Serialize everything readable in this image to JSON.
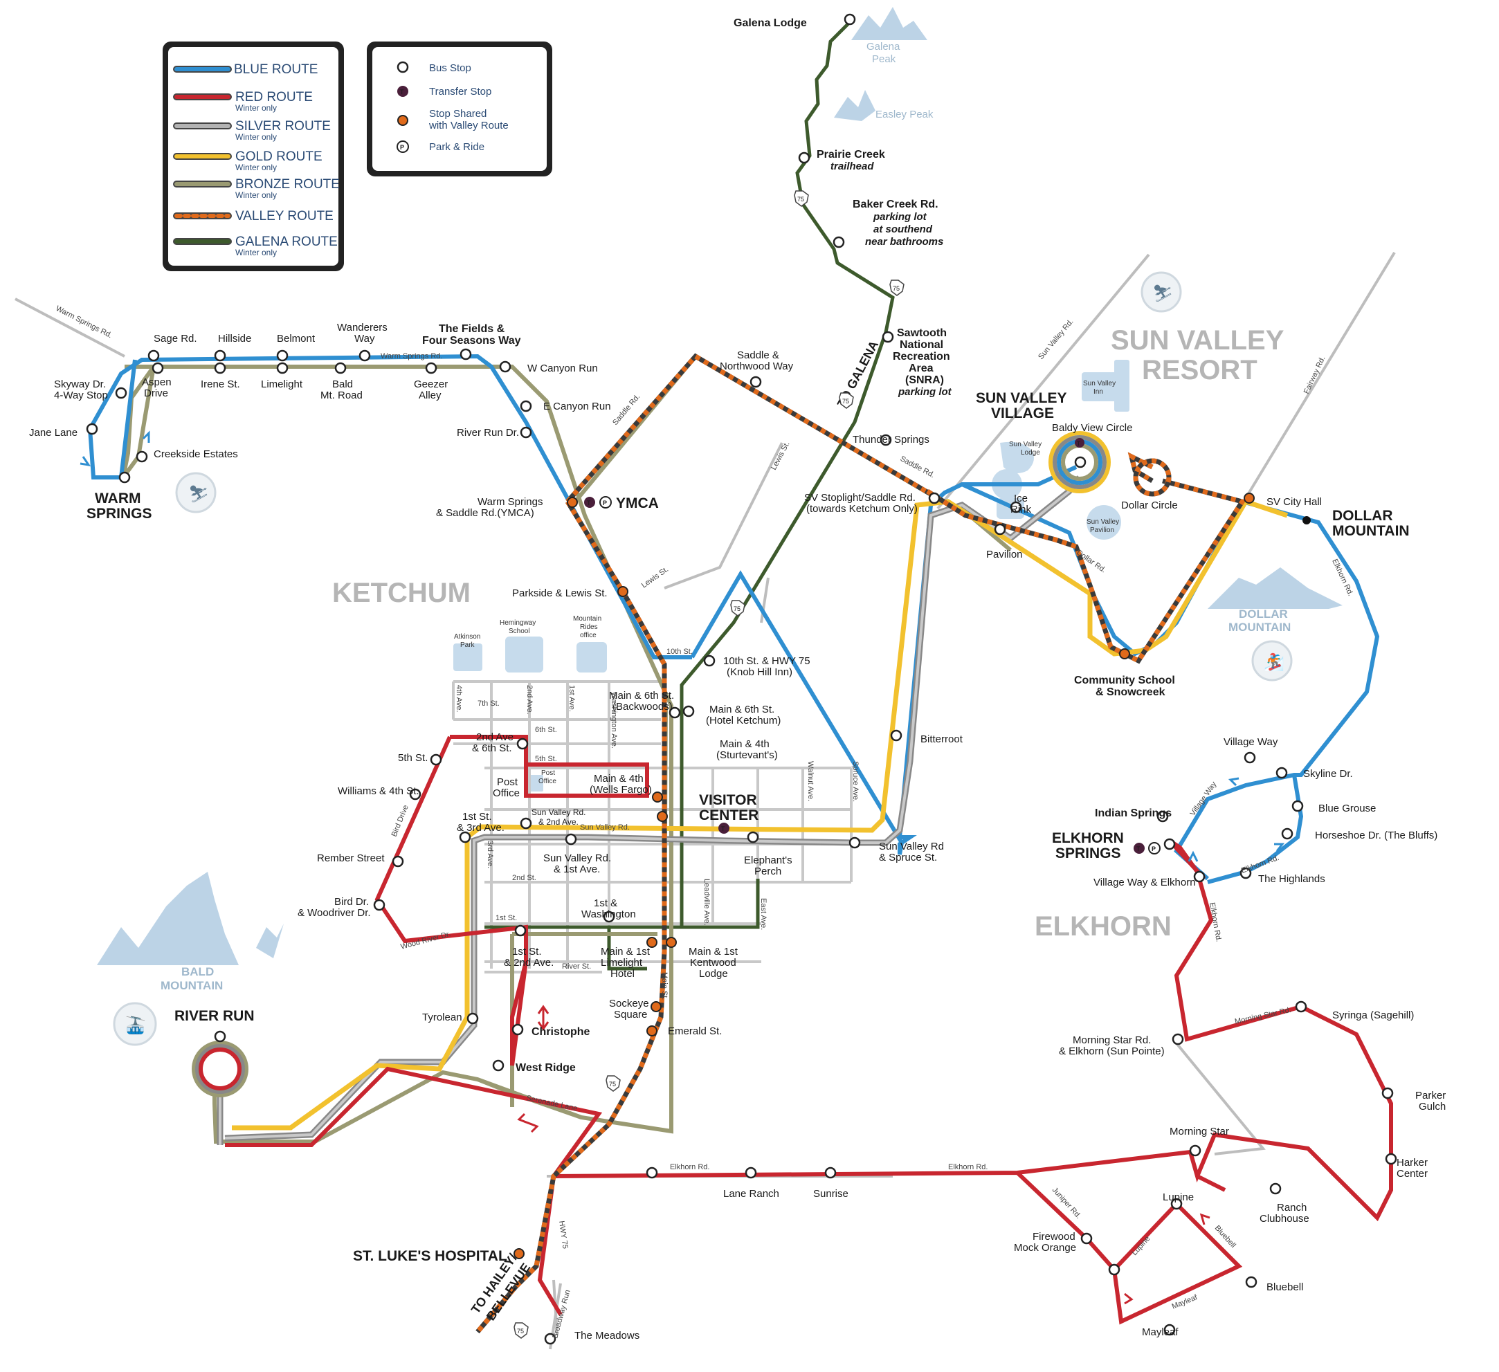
{
  "legend_routes": {
    "blue": {
      "label": "BLUE ROUTE",
      "sub": "",
      "color": "#2f8fd1"
    },
    "red": {
      "label": "RED ROUTE",
      "sub": "Winter only",
      "color": "#c8262f"
    },
    "silver": {
      "label": "SILVER ROUTE",
      "sub": "Winter only",
      "color": "#b3b3b3"
    },
    "gold": {
      "label": "GOLD ROUTE",
      "sub": "Winter only",
      "color": "#f2c12e"
    },
    "bronze": {
      "label": "BRONZE ROUTE",
      "sub": "Winter only",
      "color": "#9a9a72"
    },
    "valley": {
      "label": "VALLEY ROUTE",
      "sub": "",
      "color": "#e06a1b"
    },
    "galena": {
      "label": "GALENA ROUTE",
      "sub": "Winter only",
      "color": "#3d5a2c"
    }
  },
  "legend_symbols": {
    "bus_stop": "Bus Stop",
    "transfer_stop": "Transfer Stop",
    "shared_stop_1": "Stop Shared",
    "shared_stop_2": "with Valley Route",
    "park_ride": "Park & Ride",
    "transfer_glyph": "T",
    "park_glyph": "P"
  },
  "areas": {
    "ketchum": "KETCHUM",
    "sun_valley_resort_1": "SUN VALLEY",
    "sun_valley_resort_2": "RESORT",
    "elkhorn": "ELKHORN",
    "dollar_mountain_1": "DOLLAR",
    "dollar_mountain_2": "MOUNTAIN",
    "bald_mountain_1": "BALD",
    "bald_mountain_2": "MOUNTAIN",
    "galena_peak_1": "Galena",
    "galena_peak_2": "Peak",
    "easley_peak": "Easley Peak",
    "to_galena": "TO GALENA",
    "to_hailey_1": "TO HAILEY/",
    "to_hailey_2": "BELLEVUE"
  },
  "hubs": {
    "warm_springs_1": "WARM",
    "warm_springs_2": "SPRINGS",
    "sun_valley_village_1": "SUN VALLEY",
    "sun_valley_village_2": "VILLAGE",
    "dollar_mountain_1": "DOLLAR",
    "dollar_mountain_2": "MOUNTAIN",
    "elkhorn_springs_1": "ELKHORN",
    "elkhorn_springs_2": "SPRINGS",
    "river_run": "RIVER RUN",
    "visitor_center_1": "VISITOR",
    "visitor_center_2": "CENTER",
    "st_lukes": "ST. LUKE'S HOSPITAL",
    "ymca": "YMCA"
  },
  "stops": {
    "galena_lodge": "Galena Lodge",
    "prairie_creek_1": "Prairie Creek",
    "prairie_creek_2": "trailhead",
    "baker_creek_1": "Baker Creek Rd.",
    "baker_creek_2": "parking lot",
    "baker_creek_3": "at southend",
    "baker_creek_4": "near bathrooms",
    "snra_1": "Sawtooth",
    "snra_2": "National",
    "snra_3": "Recreation",
    "snra_4": "Area",
    "snra_5": "(SNRA)",
    "snra_6": "parking lot",
    "sage_rd": "Sage Rd.",
    "hillside": "Hillside",
    "belmont": "Belmont",
    "wanderers_1": "Wanderers",
    "wanderers_2": "Way",
    "fields_1": "The Fields &",
    "fields_2": "Four Seasons Way",
    "w_canyon_run": "W Canyon Run",
    "e_canyon_run": "E Canyon Run",
    "river_run_dr": "River Run Dr.",
    "skyway_1": "Skyway Dr.",
    "skyway_2": "4-Way Stop",
    "aspen_1": "Aspen",
    "aspen_2": "Drive",
    "irene": "Irene St.",
    "limelight": "Limelight",
    "bald_mt_1": "Bald",
    "bald_mt_2": "Mt. Road",
    "geezer_1": "Geezer",
    "geezer_2": "Alley",
    "jane_lane": "Jane Lane",
    "creekside": "Creekside Estates",
    "warm_springs_saddle_1": "Warm Springs",
    "warm_springs_saddle_2": "& Saddle Rd.(YMCA)",
    "saddle_northwood_1": "Saddle &",
    "saddle_northwood_2": "Northwood Way",
    "thunder_springs": "Thunder Springs",
    "sv_stoplight_1": "SV Stoplight/Saddle Rd.",
    "sv_stoplight_2": "(towards Ketchum Only)",
    "baldy_view": "Baldy View Circle",
    "ice_rink_1": "Ice",
    "ice_rink_2": "Rink",
    "pavilion": "Pavilion",
    "dollar_circle": "Dollar Circle",
    "sv_city_hall": "SV City Hall",
    "parkside_lewis": "Parkside & Lewis St.",
    "tenth_hwy_1": "10th St. & HWY 75",
    "tenth_hwy_2": "(Knob Hill Inn)",
    "main_6th_back_1": "Main & 6th St.",
    "main_6th_back_2": "(Backwoods)",
    "main_6th_hotel_1": "Main & 6th St.",
    "main_6th_hotel_2": "(Hotel Ketchum)",
    "main_4th_st_1": "Main & 4th",
    "main_4th_st_2": "(Sturtevant's)",
    "main_4th_wf_1": "Main & 4th",
    "main_4th_wf_2": "(Wells Fargo)",
    "post_office_1": "Post",
    "post_office_2": "Office",
    "second_6th_1": "2nd Ave",
    "second_6th_2": "& 6th St.",
    "fifth_st": "5th St.",
    "williams_4th": "Williams & 4th St.",
    "first_3rd_1": "1st St.",
    "first_3rd_2": "& 3rd Ave.",
    "rember": "Rember Street",
    "bird_dr_1": "Bird Dr.",
    "bird_dr_2": "& Woodriver Dr.",
    "sv_rd_1st_1": "Sun Valley Rd.",
    "sv_rd_1st_2": "& 1st Ave.",
    "sv_rd_2nd_1": "Sun Valley Rd.",
    "sv_rd_2nd_2": "& 2nd Ave.",
    "elephants_1": "Elephant's",
    "elephants_2": "Perch",
    "bitterroot": "Bitterroot",
    "sv_spruce_1": "Sun Valley Rd",
    "sv_spruce_2": "& Spruce St.",
    "first_wash_1": "1st &",
    "first_wash_2": "Washington",
    "first_2nd_1": "1st St.",
    "first_2nd_2": "& 2nd Ave.",
    "main_1st_lime_1": "Main & 1st",
    "main_1st_lime_2": "Limelight",
    "main_1st_lime_3": "Hotel",
    "main_1st_kent_1": "Main & 1st",
    "main_1st_kent_2": "Kentwood",
    "main_1st_kent_3": "Lodge",
    "sockeye_1": "Sockeye",
    "sockeye_2": "Square",
    "emerald": "Emerald St.",
    "tyrolean": "Tyrolean",
    "christophe": "Christophe",
    "west_ridge": "West Ridge",
    "community_1": "Community School",
    "community_2": "& Snowcreek",
    "village_way": "Village Way",
    "skyline": "Skyline Dr.",
    "blue_grouse": "Blue Grouse",
    "horseshoe": "Horseshoe Dr. (The Bluffs)",
    "indian_springs": "Indian Springs",
    "village_elkhorn": "Village Way & Elkhorn",
    "highlands": "The Highlands",
    "morning_star_rd_1": "Morning Star Rd.",
    "morning_star_rd_2": "& Elkhorn (Sun Pointe)",
    "syringa": "Syringa (Sagehill)",
    "parker_1": "Parker",
    "parker_2": "Gulch",
    "harker_1": "Harker",
    "harker_2": "Center",
    "morning_star": "Morning Star",
    "ranch_1": "Ranch",
    "ranch_2": "Clubhouse",
    "lane_ranch": "Lane Ranch",
    "sunrise": "Sunrise",
    "firewood_1": "Firewood",
    "firewood_2": "Mock Orange",
    "lupine": "Lupine",
    "bluebell": "Bluebell",
    "mayleaf": "Mayleaf",
    "meadows": "The Meadows"
  },
  "streets": {
    "warm_springs_rd": "Warm Springs Rd.",
    "warm_springs_rd2": "Warm Springs Rd.",
    "saddle_rd": "Saddle Rd.",
    "saddle_rd2": "Saddle Rd.",
    "sun_valley_rd": "Sun Valley Rd.",
    "fairway_rd": "Fairway Rd.",
    "lewis_st": "Lewis St.",
    "lewis_st2": "Lewis St.",
    "dollar_rd": "Dollar Rd.",
    "elkhorn_rd": "Elkhorn Rd.",
    "elkhorn_rd2": "Elkhorn Rd.",
    "elkhorn_rd3": "Elkhorn Rd.",
    "elkhorn_rd4": "Elkhorn Rd.",
    "elkhorn_rd5": "Elkhorn Rd.",
    "village_way_st": "Village Way",
    "morning_star_rd": "Morning Star Rd.",
    "juniper_rd": "Juniper Rd.",
    "lupine_st": "Lupine",
    "bluebell_st": "Bluebell",
    "mayleaf_st": "Mayleaf",
    "serenade": "Serenade Lane",
    "tenth_st": "10th St.",
    "seventh_st": "7th St.",
    "sixth_st": "6th St.",
    "fifth_st": "5th St.",
    "second_st": "2nd St.",
    "first_st": "1st St.",
    "river_st": "River St.",
    "fourth_ave": "4th Ave.",
    "second_ave": "2nd Ave.",
    "first_ave": "1st Ave.",
    "third_ave": "3rd Ave.",
    "washington_ave": "Washington Ave.",
    "leadville_ave": "Leadville Ave.",
    "east_ave": "East Ave.",
    "walnut_ave": "Walnut Ave.",
    "spruce_ave": "Spruce Ave.",
    "main_st": "Main St.",
    "bird_drive": "Bird Drive",
    "wood_river_dr": "Wood River Dr.",
    "sun_valley_rd2": "Sun Valley Rd.",
    "hwy75": "HWY 75",
    "broadway_run": "Broadway Run",
    "hwy_shield": "75"
  },
  "buildings": {
    "atkinson_1": "Atkinson",
    "atkinson_2": "Park",
    "hemingway_1": "Hemingway",
    "hemingway_2": "School",
    "mountain_rides_1": "Mountain",
    "mountain_rides_2": "Rides",
    "mountain_rides_3": "office",
    "post_office_bldg_1": "Post",
    "post_office_bldg_2": "Office",
    "sv_inn_1": "Sun Valley",
    "sv_inn_2": "Inn",
    "sv_lodge_1": "Sun Valley",
    "sv_lodge_2": "Lodge",
    "sv_pavilion_1": "Sun Valley",
    "sv_pavilion_2": "Pavilion"
  }
}
